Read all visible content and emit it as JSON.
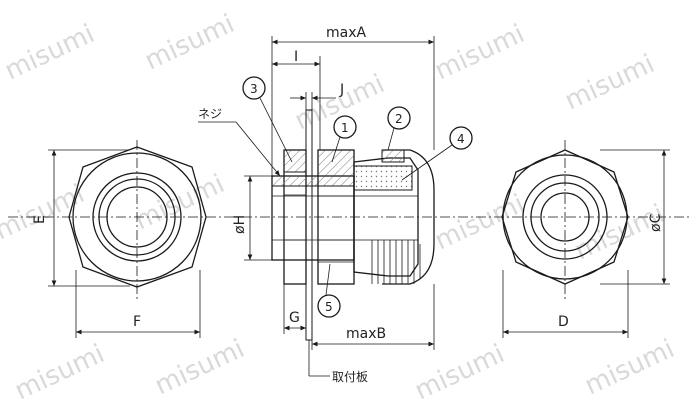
{
  "watermark": "misumi",
  "dims": {
    "maxA": "maxA",
    "maxB": "maxB",
    "I": "I",
    "J": "J",
    "E": "E",
    "F": "F",
    "D": "D",
    "C": "øC",
    "H": "øH",
    "G": "G"
  },
  "labels": {
    "neji": "ネジ",
    "plate": "取付板"
  },
  "callouts": {
    "p1": "1",
    "p2": "2",
    "p3": "3",
    "p4": "4",
    "p5": "5"
  },
  "colors": {
    "line": "#1a1a1a",
    "hatch": "#bdbdbd",
    "watermark": "#d9d9d9"
  }
}
